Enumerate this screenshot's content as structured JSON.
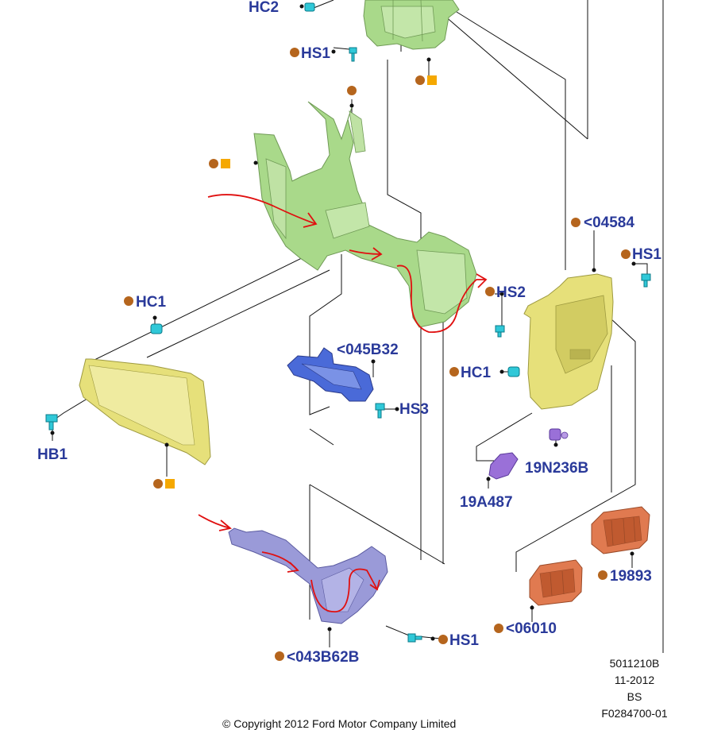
{
  "callouts": {
    "hc2": "HC2",
    "hs1_top": "HS1",
    "c04584": "<04584",
    "hs1_right": "HS1",
    "hc1_left": "HC1",
    "hs2": "HS2",
    "c045b32": "<045B32",
    "hc1_right": "HC1",
    "hs3": "HS3",
    "hb1": "HB1",
    "c19n236b": "19N236B",
    "c19a487": "19A487",
    "c19893": "19893",
    "c06010": "<06010",
    "hs1_bottom": "HS1",
    "c043b62b": "<043B62B"
  },
  "info_block": {
    "code": "5011210B",
    "date": "11-2012",
    "initials": "BS",
    "figure_id": "F0284700-01"
  },
  "copyright": "© Copyright  2012  Ford Motor Company Limited",
  "colors": {
    "callout_text": "#2a3a9a",
    "marker_circle": "#b5651d",
    "marker_square": "#f5a800",
    "bracket_green": "#a9d98a",
    "panel_yellow": "#e6e07a",
    "brace_blue": "#4a6ad8",
    "brace_lilac": "#9a9ad8",
    "vent_orange": "#e07a50",
    "clip_cyan": "#30c8d8",
    "bulb_purple": "#9a70d8",
    "arrow_red": "#e01010"
  }
}
